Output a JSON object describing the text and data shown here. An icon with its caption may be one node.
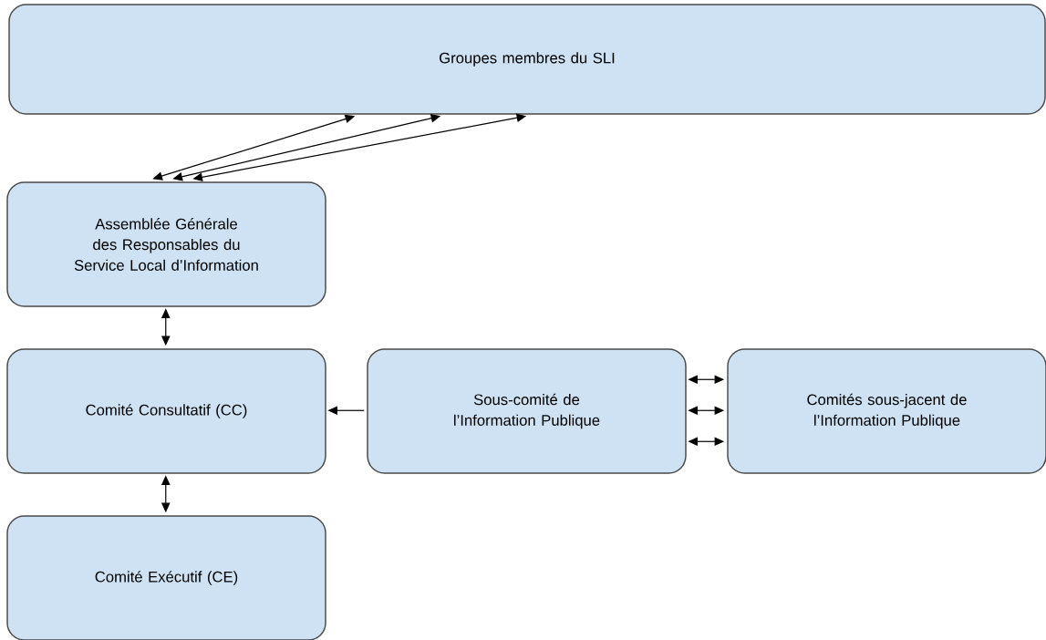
{
  "diagram": {
    "nodes": [
      {
        "text": [
          "Groupes membres du SLI"
        ]
      },
      {
        "text": [
          "Assemblée Générale des Responsables du Service Local d’Information"
        ]
      },
      {
        "text": [
          "Comité Consultatif (CC)"
        ]
      },
      {
        "text": [
          "Sous-comité de l’Information Publique"
        ]
      },
      {
        "text": [
          "Comités sous-jacent de l’Information Publique"
        ]
      },
      {
        "text": [
          "Comité Exécutif (CE)"
        ]
      }
    ],
    "edges": [
      {
        "from": 1,
        "to": 0,
        "arrow": "both"
      },
      {
        "from": 1,
        "to": 0,
        "arrow": "both"
      },
      {
        "from": 1,
        "to": 0,
        "arrow": "both"
      },
      {
        "from": 1,
        "to": 2,
        "arrow": "both"
      },
      {
        "from": 3,
        "to": 2,
        "arrow": "to"
      },
      {
        "from": 3,
        "to": 4,
        "arrow": "both"
      },
      {
        "from": 3,
        "to": 4,
        "arrow": "both"
      },
      {
        "from": 3,
        "to": 4,
        "arrow": "both"
      },
      {
        "from": 2,
        "to": 5,
        "arrow": "both"
      }
    ]
  }
}
